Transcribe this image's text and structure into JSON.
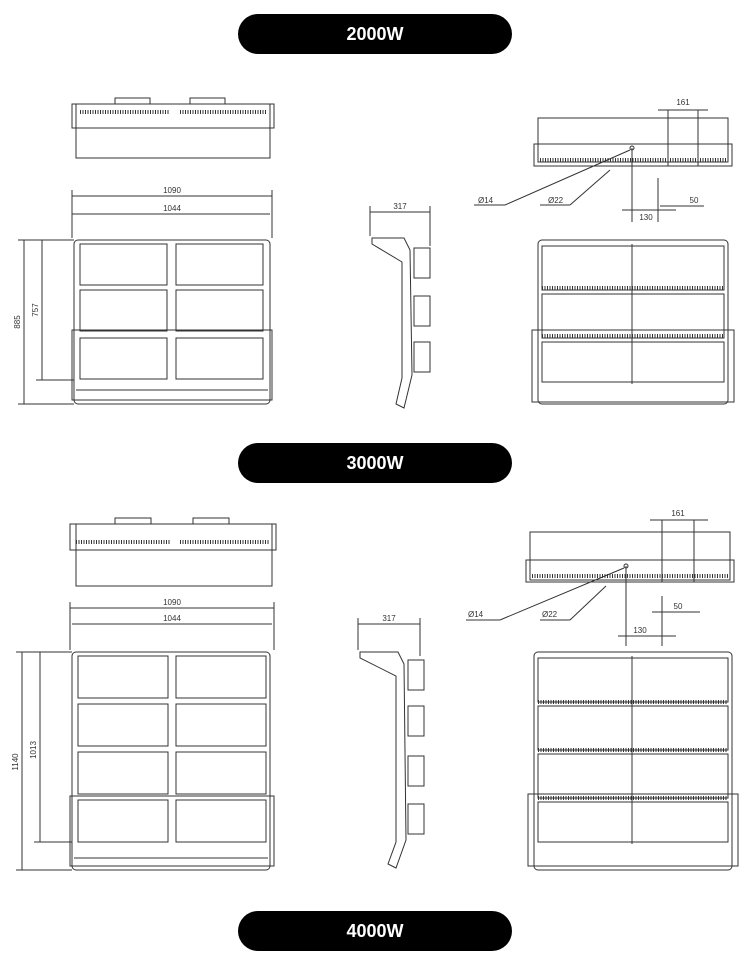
{
  "sections": [
    {
      "label": "2000W",
      "dims": {
        "overall_width": "1090",
        "inner_width": "1044",
        "overall_height": "885",
        "inner_height": "757",
        "depth": "317",
        "top": "161",
        "bottom1": "130",
        "bottom2": "50",
        "hole1": "Ø14",
        "hole2": "Ø22"
      }
    },
    {
      "label": "3000W",
      "dims": {
        "overall_width": "1090",
        "inner_width": "1044",
        "overall_height": "1140",
        "inner_height": "1013",
        "depth": "317",
        "top": "161",
        "bottom1": "130",
        "bottom2": "50",
        "hole1": "Ø14",
        "hole2": "Ø22"
      }
    }
  ],
  "footer_label": "4000W",
  "colors": {
    "pill_bg": "#000000",
    "pill_text": "#ffffff",
    "line": "#333333"
  }
}
